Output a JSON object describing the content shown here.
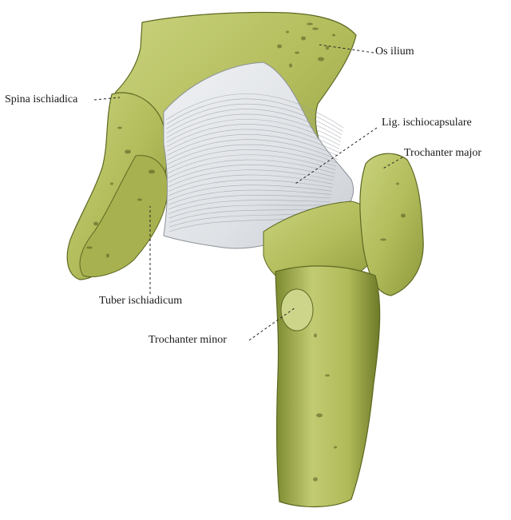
{
  "labels": {
    "os_ilium": "Os ilium",
    "spina_ischiadica": "Spina ischiadica",
    "lig_ischiocapsulare": "Lig. ischiocapsulare",
    "trochanter_major": "Trochanter major",
    "tuber_ischiadicum": "Tuber ischiadicum",
    "trochanter_minor": "Trochanter minor"
  },
  "colors": {
    "bone": "#b6bf60",
    "bone_light": "#d3d98f",
    "bone_dark": "#6f7a2c",
    "bone_shadow": "#4f5a1e",
    "ligament": "#e4e6ea",
    "ligament_fiber": "#9aa0a8",
    "leader_line": "#222222"
  }
}
